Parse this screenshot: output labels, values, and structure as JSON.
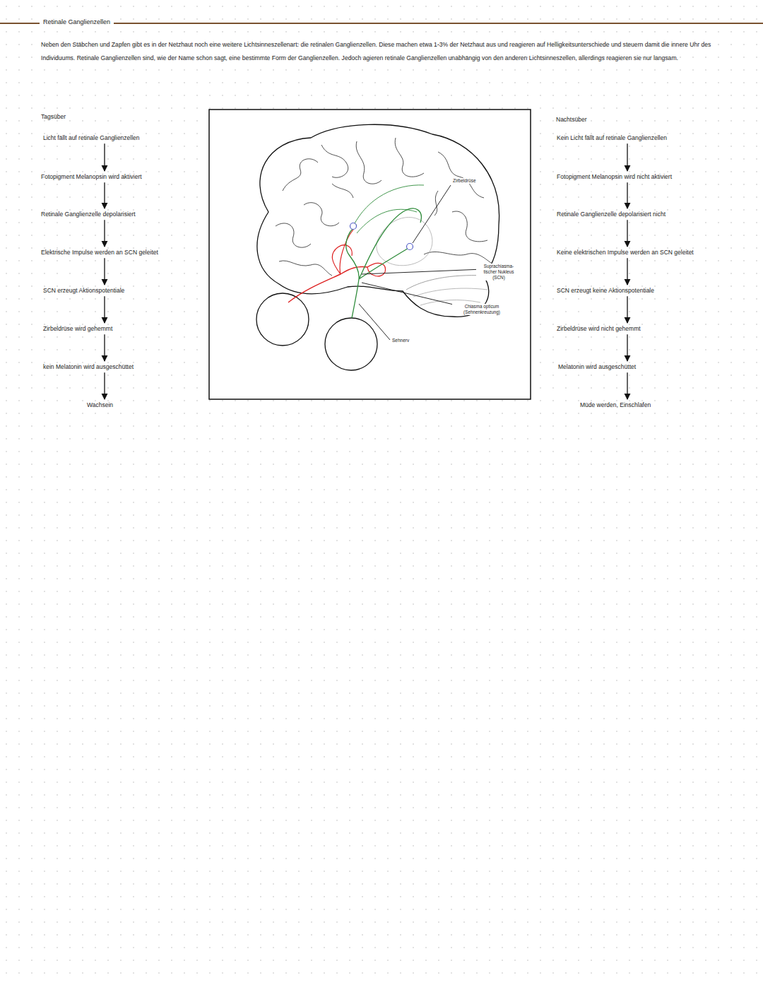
{
  "diagram": {
    "title": "Retinale Ganglienzellen",
    "nodes": [
      {
        "text": [
          "Licht fällt auf retinale Ganglienzellen"
        ]
      },
      {
        "text": [
          "Fotopigment Melanopsin wird aktiviert"
        ]
      },
      {
        "text": [
          "Retinale Ganglienzelle depolarisiert"
        ]
      },
      {
        "text": [
          "Elektrische Impulse werden an SCN geleitet"
        ]
      },
      {
        "text": [
          "SCN erzeugt Aktionspotentiale"
        ]
      },
      {
        "text": [
          "Zirbeldrüse wird gehemmt"
        ]
      },
      {
        "text": [
          "kein Melatonin wird ausgeschüttet"
        ]
      },
      {
        "text": [
          "Wachsein"
        ]
      },
      {
        "text": [
          "Kein Licht fällt auf retinale Ganglienzellen"
        ]
      },
      {
        "text": [
          "Fotopigment Melanopsin wird nicht aktiviert"
        ]
      },
      {
        "text": [
          "Retinale Ganglienzelle depolarisiert nicht"
        ]
      },
      {
        "text": [
          "Keine elektrischen Impulse werden an SCN geleitet"
        ]
      },
      {
        "text": [
          "SCN erzeugt keine Aktionspotentiale"
        ]
      },
      {
        "text": [
          "Zirbeldrüse wird nicht gehemmt"
        ]
      },
      {
        "text": [
          "Melatonin wird ausgeschüttet"
        ]
      },
      {
        "text": [
          "Müde werden, Einschlafen"
        ]
      }
    ],
    "edges": [
      {
        "from": 0,
        "to": 1,
        "arrow": "to"
      },
      {
        "from": 1,
        "to": 2,
        "arrow": "to"
      },
      {
        "from": 2,
        "to": 3,
        "arrow": "to"
      },
      {
        "from": 3,
        "to": 4,
        "arrow": "to"
      },
      {
        "from": 4,
        "to": 5,
        "arrow": "to"
      },
      {
        "from": 5,
        "to": 6,
        "arrow": "to"
      },
      {
        "from": 6,
        "to": 7,
        "arrow": "to"
      },
      {
        "from": 8,
        "to": 9,
        "arrow": "to"
      },
      {
        "from": 9,
        "to": 10,
        "arrow": "to"
      },
      {
        "from": 10,
        "to": 11,
        "arrow": "to"
      },
      {
        "from": 11,
        "to": 12,
        "arrow": "to"
      },
      {
        "from": 12,
        "to": 13,
        "arrow": "to"
      },
      {
        "from": 13,
        "to": 14,
        "arrow": "to"
      },
      {
        "from": 14,
        "to": 15,
        "arrow": "to"
      }
    ],
    "labels": [
      "Neben den Stäbchen und Zapfen gibt es in der Netzhaut noch eine weitere Lichtsinneszellenart: die retinalen Ganglienzellen. Diese machen etwa 1-3% der Netzhaut aus und reagieren auf Helligkeitsunterschiede und steuern damit die innere Uhr des Individuums. Retinale Ganglienzellen sind, wie der Name schon sagt, eine bestimmte Form der Ganglienzellen. Jedoch agieren retinale Ganglienzellen unabhängig von den anderen Lichtsinneszellen, allerdings reagieren sie nur langsam.",
      "Tagsüber",
      "Nachtsüber",
      "Zirbeldrüse",
      "Suprachiasma- tischer Nukleus (SCN)",
      "Chiasma opticum (Sehnenkreuzung)",
      "Sehnerv"
    ]
  }
}
